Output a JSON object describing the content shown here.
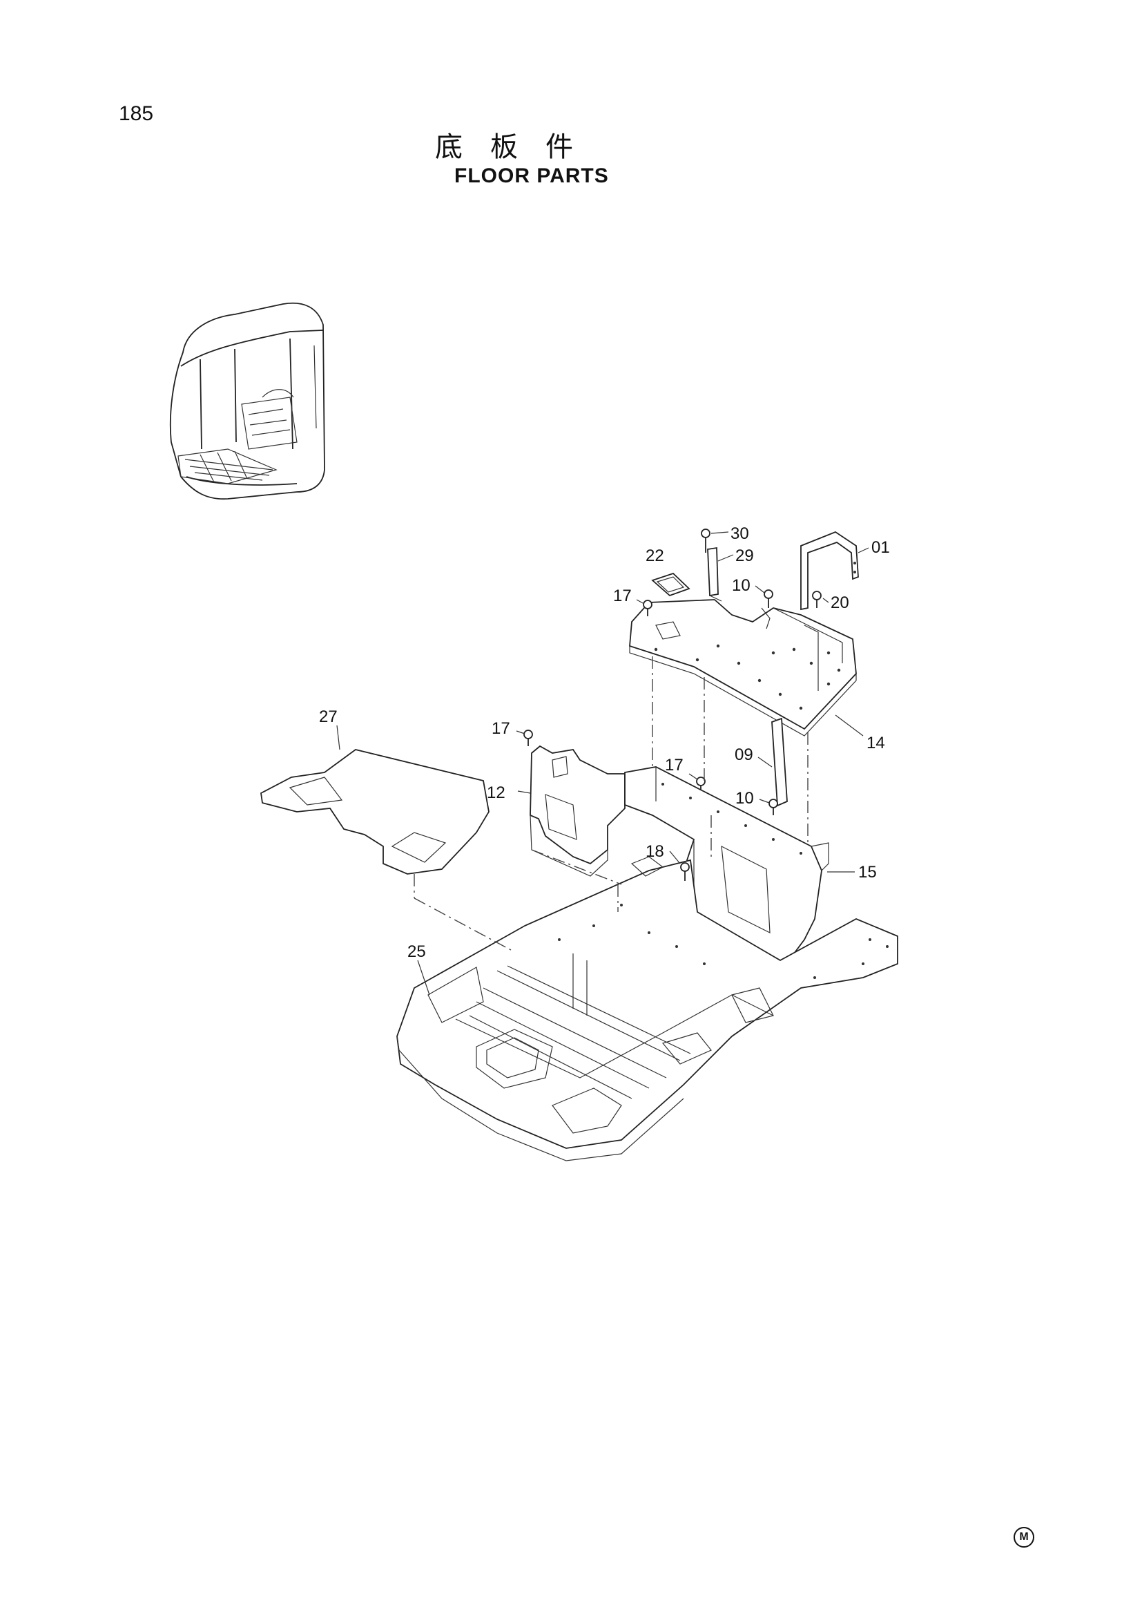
{
  "page": {
    "number": "185",
    "title_cn": "底板件",
    "title_en": "FLOOR PARTS",
    "corner_mark": "M"
  },
  "diagram": {
    "callouts": [
      {
        "id": "c30",
        "label": "30"
      },
      {
        "id": "c22",
        "label": "22"
      },
      {
        "id": "c29",
        "label": "29"
      },
      {
        "id": "c01",
        "label": "01"
      },
      {
        "id": "c17a",
        "label": "17"
      },
      {
        "id": "c10a",
        "label": "10"
      },
      {
        "id": "c20",
        "label": "20"
      },
      {
        "id": "c27",
        "label": "27"
      },
      {
        "id": "c17b",
        "label": "17"
      },
      {
        "id": "c14",
        "label": "14"
      },
      {
        "id": "c09",
        "label": "09"
      },
      {
        "id": "c17c",
        "label": "17"
      },
      {
        "id": "c12",
        "label": "12"
      },
      {
        "id": "c10b",
        "label": "10"
      },
      {
        "id": "c18",
        "label": "18"
      },
      {
        "id": "c15",
        "label": "15"
      },
      {
        "id": "c25",
        "label": "25"
      }
    ]
  }
}
